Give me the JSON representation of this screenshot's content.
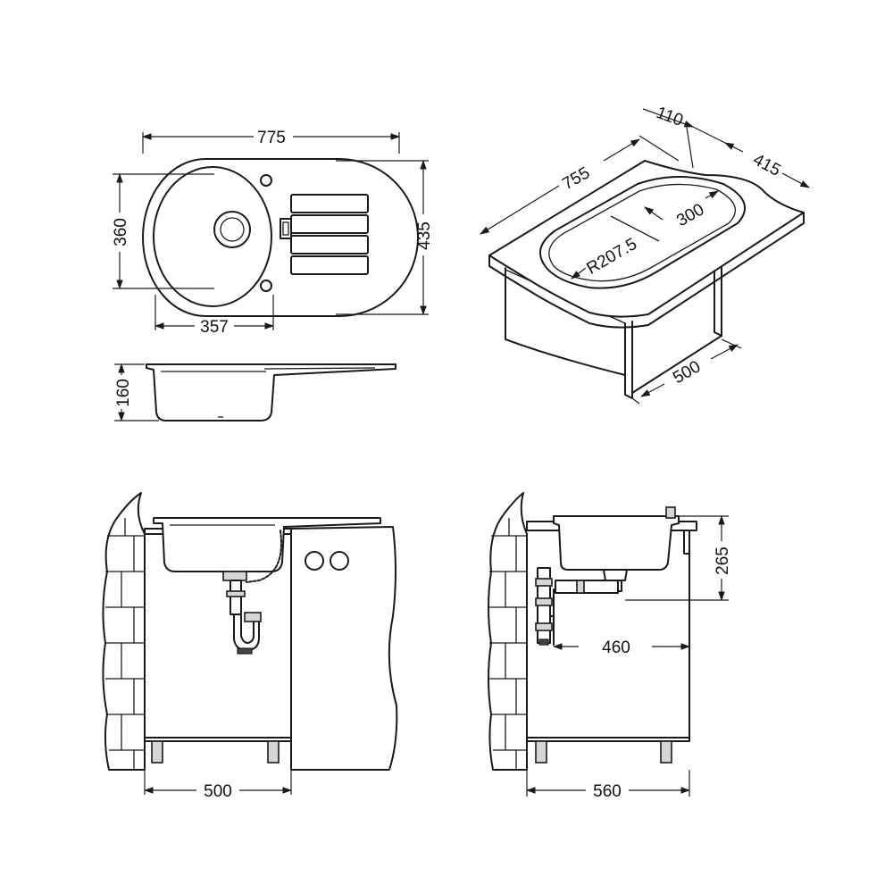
{
  "dimensions": {
    "top_overall_length": "775",
    "top_bowl_width": "360",
    "top_overall_depth": "435",
    "top_bowl_length": "357",
    "side_depth": "160",
    "iso_overall_length": "755",
    "iso_rim_110": "110",
    "iso_width": "415",
    "iso_inner_length": "300",
    "iso_radius": "R207.5",
    "iso_cabinet": "500",
    "front_cabinet_width": "500",
    "section_drain_height": "265",
    "section_drain_offset": "460",
    "section_cabinet_depth": "560"
  }
}
